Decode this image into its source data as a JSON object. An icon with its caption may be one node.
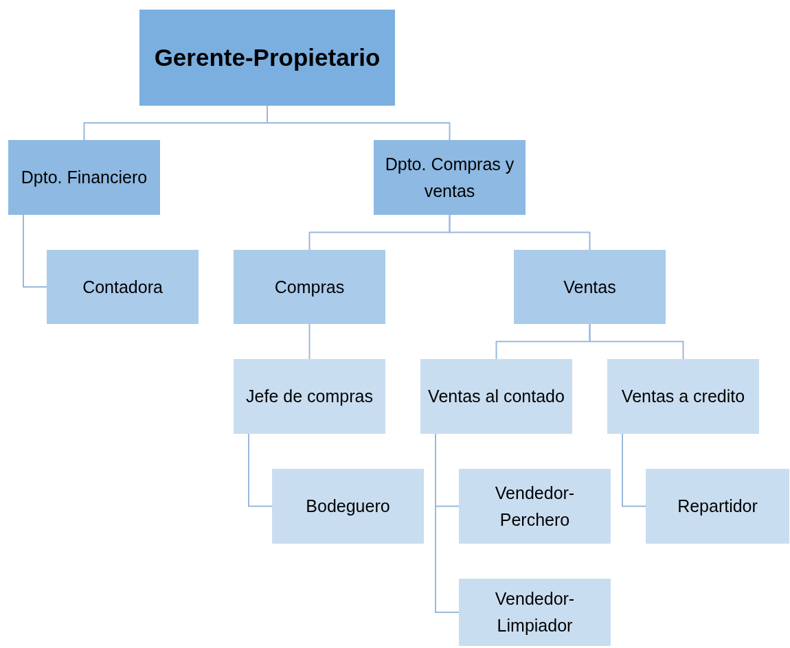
{
  "diagram": {
    "nodes": [
      {
        "text": [
          "Gerente-Propietario"
        ]
      },
      {
        "text": [
          "Dpto. Financiero"
        ]
      },
      {
        "text": [
          "Dpto. Compras y ventas"
        ]
      },
      {
        "text": [
          "Contadora"
        ]
      },
      {
        "text": [
          "Compras"
        ]
      },
      {
        "text": [
          "Ventas"
        ]
      },
      {
        "text": [
          "Jefe de compras"
        ]
      },
      {
        "text": [
          "Ventas al contado"
        ]
      },
      {
        "text": [
          "Ventas a credito"
        ]
      },
      {
        "text": [
          "Bodeguero"
        ]
      },
      {
        "text": [
          "Vendedor-Perchero"
        ]
      },
      {
        "text": [
          "Vendedor-Limpiador"
        ]
      },
      {
        "text": [
          "Repartidor"
        ]
      }
    ],
    "edges": [
      {
        "from": 0,
        "to": 1,
        "arrow": "none"
      },
      {
        "from": 0,
        "to": 2,
        "arrow": "none"
      },
      {
        "from": 1,
        "to": 3,
        "arrow": "none"
      },
      {
        "from": 2,
        "to": 4,
        "arrow": "none"
      },
      {
        "from": 2,
        "to": 5,
        "arrow": "none"
      },
      {
        "from": 4,
        "to": 6,
        "arrow": "none"
      },
      {
        "from": 5,
        "to": 7,
        "arrow": "none"
      },
      {
        "from": 5,
        "to": 8,
        "arrow": "none"
      },
      {
        "from": 6,
        "to": 9,
        "arrow": "none"
      },
      {
        "from": 7,
        "to": 10,
        "arrow": "none"
      },
      {
        "from": 7,
        "to": 11,
        "arrow": "none"
      },
      {
        "from": 8,
        "to": 12,
        "arrow": "none"
      }
    ]
  }
}
